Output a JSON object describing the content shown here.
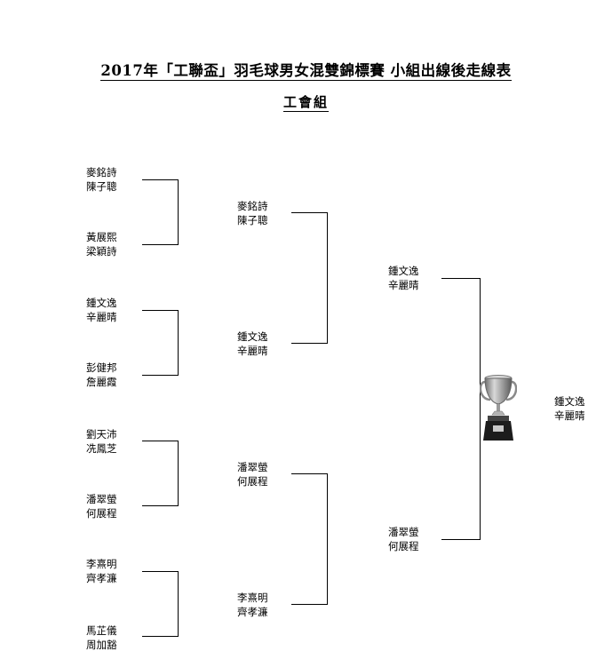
{
  "title": "2017年「工聯盃」羽毛球男女混雙錦標賽 小組出線後走線表",
  "subtitle": "工會組",
  "round1": [
    [
      "麥銘詩",
      "陳子聰"
    ],
    [
      "黃展熙",
      "梁穎詩"
    ],
    [
      "鍾文逸",
      "辛麗晴"
    ],
    [
      "彭健邦",
      "詹麗霞"
    ],
    [
      "劉天沛",
      "冼鳳芝"
    ],
    [
      "潘翠螢",
      "何展程"
    ],
    [
      "李熹明",
      "齊孝濂"
    ],
    [
      "馬芷儀",
      "周加豁"
    ]
  ],
  "round2": [
    [
      "麥銘詩",
      "陳子聰"
    ],
    [
      "鍾文逸",
      "辛麗晴"
    ],
    [
      "潘翠螢",
      "何展程"
    ],
    [
      "李熹明",
      "齊孝濂"
    ]
  ],
  "round3": [
    [
      "鍾文逸",
      "辛麗晴"
    ],
    [
      "潘翠螢",
      "何展程"
    ]
  ],
  "champion": [
    "鍾文逸",
    "辛麗晴"
  ],
  "icons": {
    "trophy": "trophy-icon"
  }
}
